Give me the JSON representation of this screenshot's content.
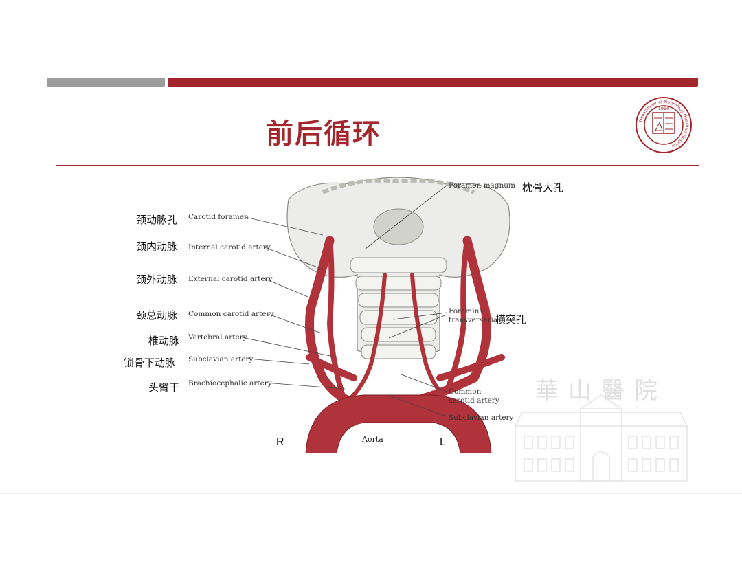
{
  "slide": {
    "title": "前后循环"
  },
  "labels_left": [
    {
      "cn": "颈动脉孔",
      "en": "Carotid foramen"
    },
    {
      "cn": "颈内动脉",
      "en": "Internal carotid artery"
    },
    {
      "cn": "颈外动脉",
      "en": "External carotid artery"
    },
    {
      "cn": "颈总动脉",
      "en": "Common carotid artery"
    },
    {
      "cn": "椎动脉",
      "en": "Vertebral artery"
    },
    {
      "cn": "锁骨下动脉",
      "en": "Subclavian artery"
    },
    {
      "cn": "头臂干",
      "en": "Brachiocephalic artery"
    }
  ],
  "labels_right": {
    "foramen_magnum_en": "Foramen magnum",
    "foramen_magnum_cn": "枕骨大孔",
    "foramina_en_1": "Foramina",
    "foramina_en_2": "transversaria",
    "foramina_cn": "横突孔",
    "common_carotid_1": "Common",
    "common_carotid_2": "carotid artery",
    "subclavian": "Subclavian artery"
  },
  "aorta_label": "Aorta",
  "side_right": "R",
  "side_left": "L",
  "logo": {
    "year": "1950",
    "ring_text": "Department of Neurology Huashan Hospital"
  },
  "watermark_text": "華山醫院",
  "colors": {
    "accent": "#a3262c",
    "bar_gray": "#9c9c9c",
    "artery": "#b0323a"
  }
}
